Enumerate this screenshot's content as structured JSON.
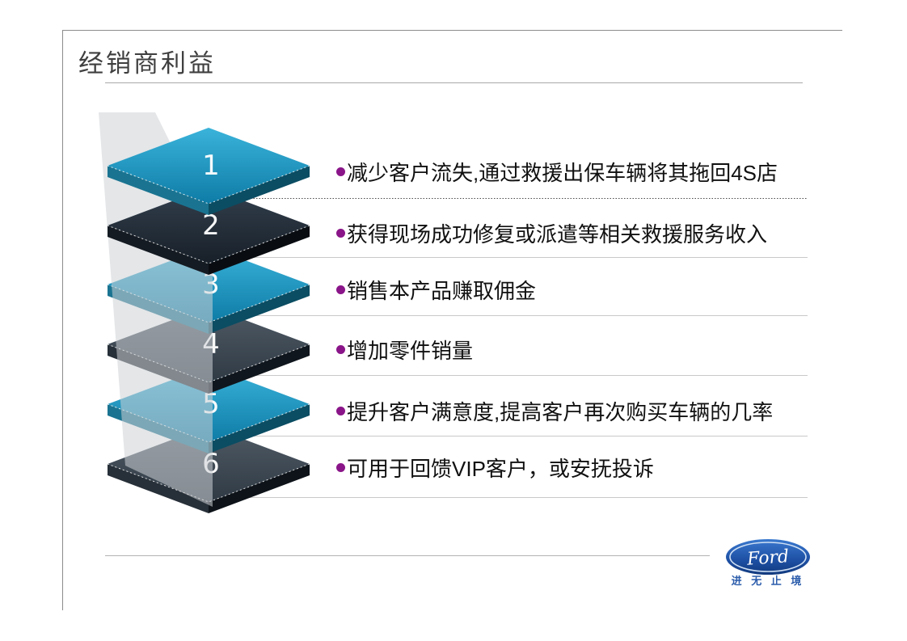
{
  "slide": {
    "title": "经销商利益",
    "items": [
      {
        "number": "1",
        "text": "减少客户流失,通过救援出保车辆将其拖回4S店",
        "plate_color": "cyan"
      },
      {
        "number": "2",
        "text": "获得现场成功修复或派遣等相关救援服务收入",
        "plate_color": "dark-navy"
      },
      {
        "number": "3",
        "text": "销售本产品赚取佣金",
        "plate_color": "cyan"
      },
      {
        "number": "4",
        "text": "增加零件销量",
        "plate_color": "slate-gray"
      },
      {
        "number": "5",
        "text": "提升客户满意度,提高客户再次购买车辆的几率",
        "plate_color": "cyan"
      },
      {
        "number": "6",
        "text": "可用于回馈VIP客户，或安抚投诉",
        "plate_color": "slate-gray"
      }
    ],
    "footer": {
      "logo_text": "Ford",
      "slogan": "进 无 止 境"
    },
    "colors": {
      "bullet_accent": "#8a1589",
      "plate_cyan": "#1a96c0",
      "plate_dark_navy": "#232d39",
      "plate_slate_gray": "#3c4752",
      "ford_blue": "#1c4da1",
      "beam_gray": "#d0d4d7"
    }
  }
}
